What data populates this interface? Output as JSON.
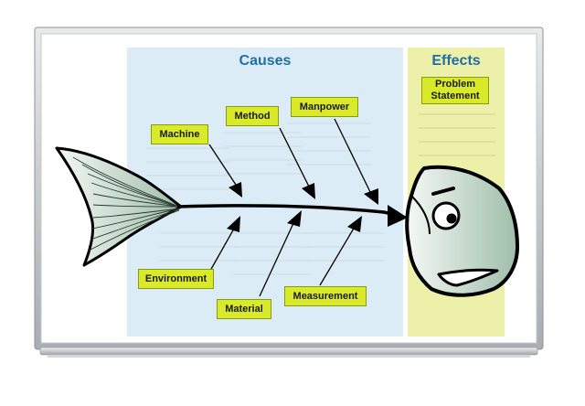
{
  "headers": {
    "causes": "Causes",
    "effects": "Effects"
  },
  "effect": {
    "line1": "Problem",
    "line2": "Statement"
  },
  "causes": {
    "machine": "Machine",
    "method": "Method",
    "manpower": "Manpower",
    "environment": "Environment",
    "material": "Material",
    "measurement": "Measurement"
  },
  "colors": {
    "causes_panel": "#dcecf6",
    "effects_panel": "#edf0a8",
    "label_fill": "#d9ea2a",
    "header_text": "#1f6fa3",
    "fish_fill": "#bcd7c6",
    "frame": "#bfc3c6"
  },
  "icons": [
    "fish-head-icon",
    "fish-tail-icon",
    "whiteboard-frame"
  ]
}
